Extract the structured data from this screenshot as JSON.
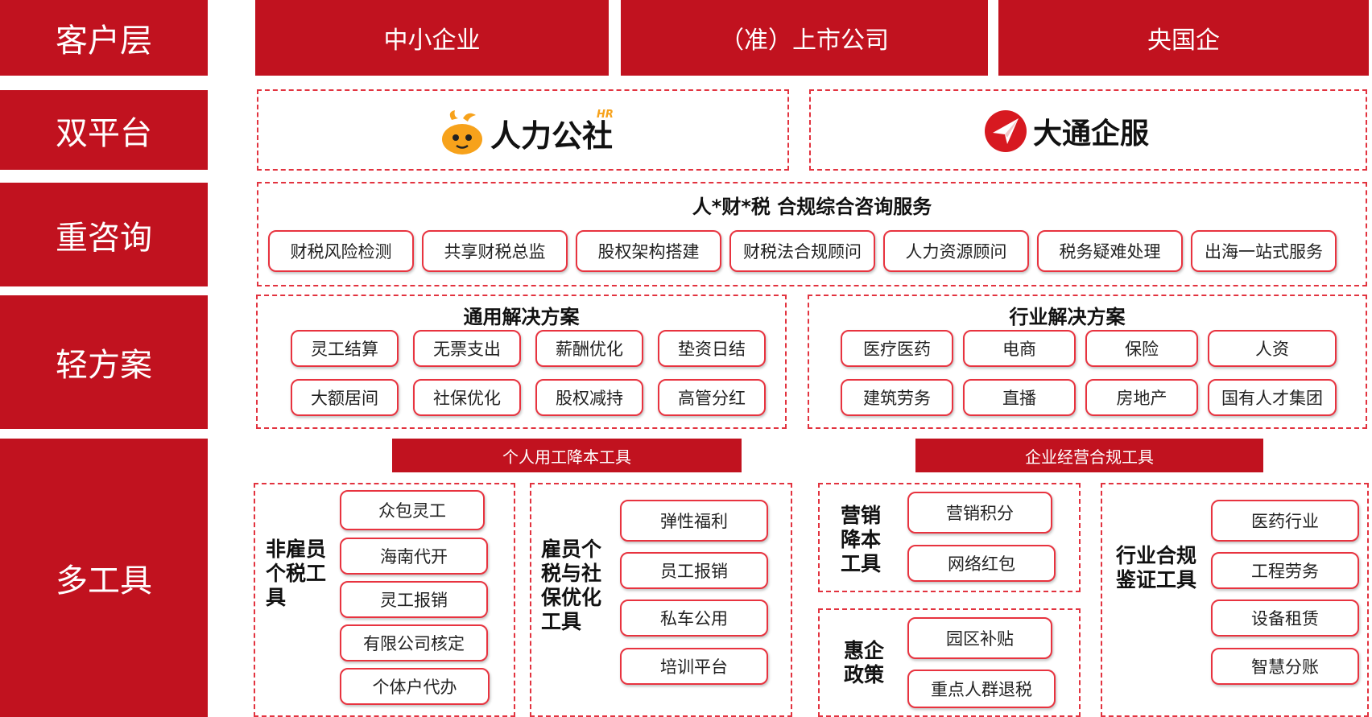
{
  "layers": [
    "客户层",
    "双平台",
    "重咨询",
    "轻方案",
    "多工具"
  ],
  "customers": [
    "中小企业",
    "（准）上市公司",
    "央国企"
  ],
  "platforms": [
    {
      "name": "人力公社",
      "logo_badge": "HR",
      "icon": "mascot-logo-icon"
    },
    {
      "name": "大通企服",
      "icon": "paper-plane-logo-icon"
    }
  ],
  "consulting": {
    "title": "人*财*税 合规综合咨询服务",
    "items": [
      "财税风险检测",
      "共享财税总监",
      "股权架构搭建",
      "财税法合规顾问",
      "人力资源顾问",
      "税务疑难处理",
      "出海一站式服务"
    ]
  },
  "general_solutions": {
    "title": "通用解决方案",
    "items": [
      "灵工结算",
      "无票支出",
      "薪酬优化",
      "垫资日结",
      "大额居间",
      "社保优化",
      "股权减持",
      "高管分红"
    ]
  },
  "industry_solutions": {
    "title": "行业解决方案",
    "items": [
      "医疗医药",
      "电商",
      "保险",
      "人资",
      "建筑劳务",
      "直播",
      "房地产",
      "国有人才集团"
    ]
  },
  "tool_groups": [
    "个人用工降本工具",
    "企业经营合规工具"
  ],
  "tools": {
    "non_employee": {
      "label": [
        "非雇员",
        "个税工",
        "具"
      ],
      "items": [
        "众包灵工",
        "海南代开",
        "灵工报销",
        "有限公司核定",
        "个体户代办"
      ]
    },
    "employee": {
      "label": [
        "雇员个",
        "税与社",
        "保优化",
        "工具"
      ],
      "items": [
        "弹性福利",
        "员工报销",
        "私车公用",
        "培训平台"
      ]
    },
    "marketing": {
      "label": [
        "营销",
        "降本",
        "工具"
      ],
      "items": [
        "营销积分",
        "网络红包"
      ]
    },
    "policy": {
      "label": [
        "惠企",
        "政策"
      ],
      "items": [
        "园区补贴",
        "重点人群退税"
      ]
    },
    "industry_compliance": {
      "label": [
        "行业合规",
        "鉴证工具"
      ],
      "items": [
        "医药行业",
        "工程劳务",
        "设备租赁",
        "智慧分账"
      ]
    }
  },
  "colors": {
    "primary_red": "#c1121f",
    "dash_red": "#e2333f",
    "logo_orange": "#f7a21b"
  }
}
